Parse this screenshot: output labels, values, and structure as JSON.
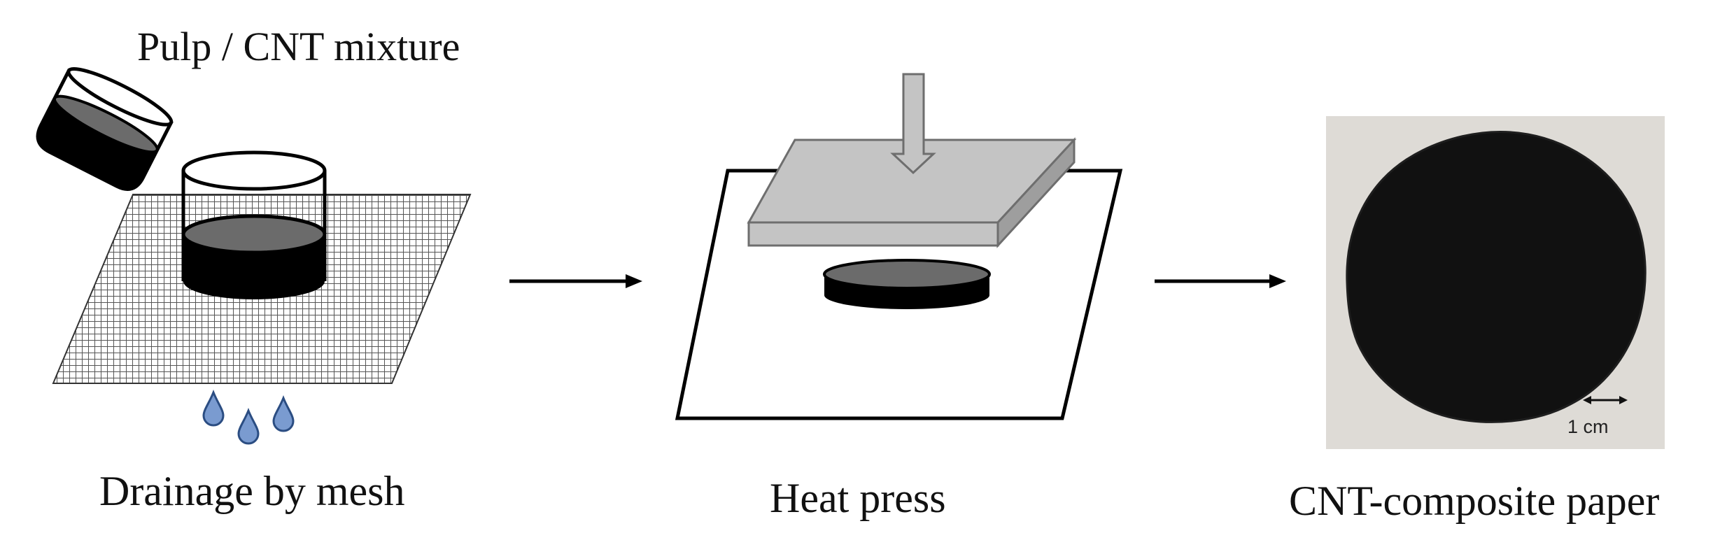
{
  "steps": [
    {
      "id": "drainage",
      "caption": "Drainage by mesh",
      "material_label": "Pulp / CNT mixture"
    },
    {
      "id": "press",
      "caption": "Heat press"
    },
    {
      "id": "product",
      "caption": "CNT-composite paper",
      "scale_bar_label": "1 cm"
    }
  ],
  "colors": {
    "mixture_dark": "#000000",
    "mixture_surface": "#6b6b6b",
    "press_plate_top": "#c4c4c4",
    "press_plate_side": "#9e9e9e",
    "water_drop": "#7a9bd0",
    "photo_background": "#dedbd6",
    "paper_sheet": "#111111"
  },
  "icons": [
    "beaker-icon",
    "cylinder-mold-icon",
    "mesh-icon",
    "water-drop-icon",
    "press-plate-icon",
    "press-arrow-icon",
    "pressed-disk-icon",
    "process-arrow-icon",
    "scale-bar-icon"
  ]
}
